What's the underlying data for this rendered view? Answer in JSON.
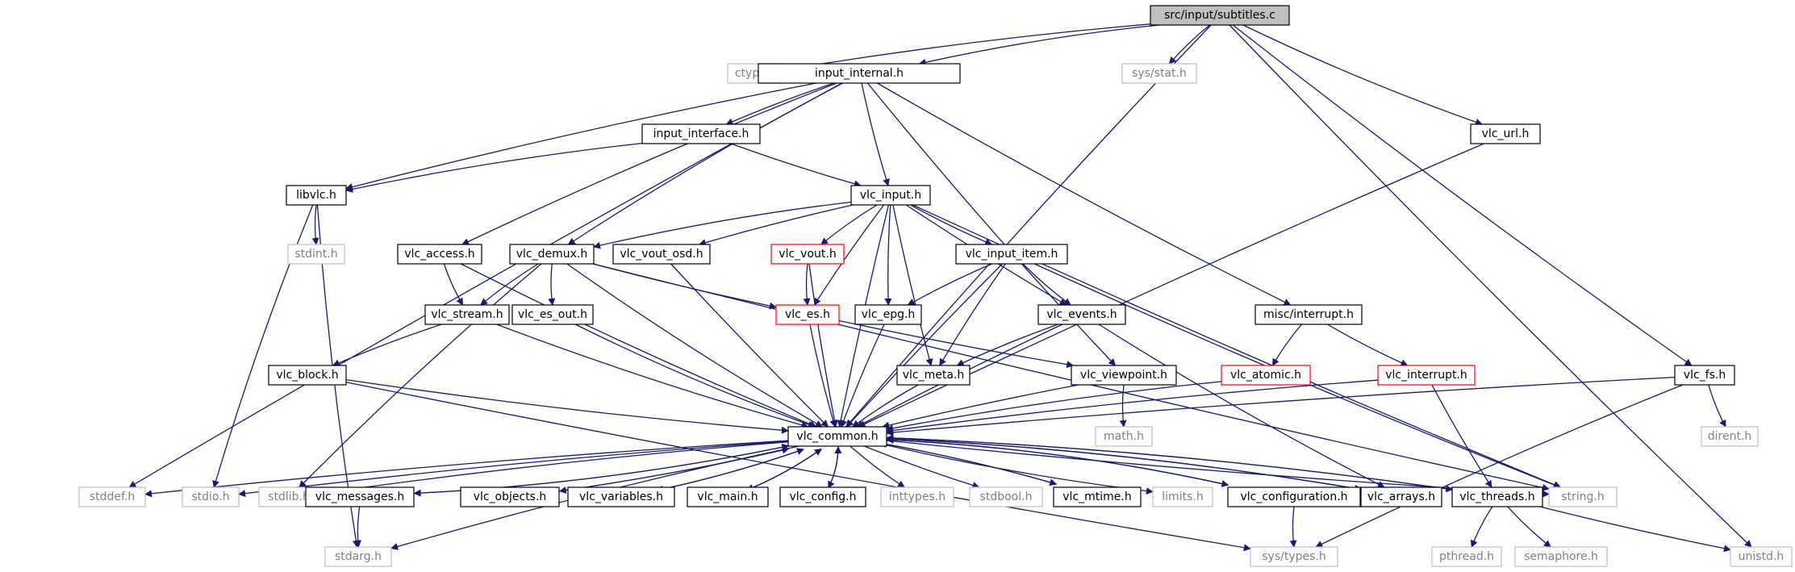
{
  "colors": {
    "edge": "#191970",
    "node_border_normal": "#000000",
    "node_border_truncated": "#ff0000",
    "node_border_system": "#bfbfbf",
    "node_fill_root": "#bfbfbf",
    "node_fill": "#ffffff",
    "text_normal": "#000000",
    "text_system": "#808080"
  },
  "nodes": [
    {
      "id": "subtitles_c",
      "label": "src/input/subtitles.c",
      "kind": "root"
    },
    {
      "id": "ctype_h",
      "label": "ctype.h",
      "kind": "system"
    },
    {
      "id": "input_internal_h",
      "label": "input_internal.h",
      "kind": "normal"
    },
    {
      "id": "sys_stat_h",
      "label": "sys/stat.h",
      "kind": "system"
    },
    {
      "id": "vlc_url_h",
      "label": "vlc_url.h",
      "kind": "normal"
    },
    {
      "id": "input_interface_h",
      "label": "input_interface.h",
      "kind": "normal"
    },
    {
      "id": "libvlc_h",
      "label": "libvlc.h",
      "kind": "normal"
    },
    {
      "id": "vlc_input_h",
      "label": "vlc_input.h",
      "kind": "normal"
    },
    {
      "id": "stdint_h",
      "label": "stdint.h",
      "kind": "system"
    },
    {
      "id": "vlc_access_h",
      "label": "vlc_access.h",
      "kind": "normal"
    },
    {
      "id": "vlc_demux_h",
      "label": "vlc_demux.h",
      "kind": "normal"
    },
    {
      "id": "vlc_vout_osd_h",
      "label": "vlc_vout_osd.h",
      "kind": "normal"
    },
    {
      "id": "vlc_vout_h",
      "label": "vlc_vout.h",
      "kind": "truncated"
    },
    {
      "id": "vlc_input_item_h",
      "label": "vlc_input_item.h",
      "kind": "normal"
    },
    {
      "id": "vlc_stream_h",
      "label": "vlc_stream.h",
      "kind": "normal"
    },
    {
      "id": "vlc_es_out_h",
      "label": "vlc_es_out.h",
      "kind": "normal"
    },
    {
      "id": "vlc_es_h",
      "label": "vlc_es.h",
      "kind": "truncated"
    },
    {
      "id": "vlc_epg_h",
      "label": "vlc_epg.h",
      "kind": "normal"
    },
    {
      "id": "vlc_events_h",
      "label": "vlc_events.h",
      "kind": "normal"
    },
    {
      "id": "misc_interrupt_h",
      "label": "misc/interrupt.h",
      "kind": "normal"
    },
    {
      "id": "vlc_block_h",
      "label": "vlc_block.h",
      "kind": "normal"
    },
    {
      "id": "vlc_meta_h",
      "label": "vlc_meta.h",
      "kind": "normal"
    },
    {
      "id": "vlc_viewpoint_h",
      "label": "vlc_viewpoint.h",
      "kind": "normal"
    },
    {
      "id": "vlc_atomic_h",
      "label": "vlc_atomic.h",
      "kind": "truncated"
    },
    {
      "id": "vlc_interrupt_h",
      "label": "vlc_interrupt.h",
      "kind": "truncated"
    },
    {
      "id": "vlc_fs_h",
      "label": "vlc_fs.h",
      "kind": "normal"
    },
    {
      "id": "vlc_common_h",
      "label": "vlc_common.h",
      "kind": "normal"
    },
    {
      "id": "math_h",
      "label": "math.h",
      "kind": "system"
    },
    {
      "id": "dirent_h",
      "label": "dirent.h",
      "kind": "system"
    },
    {
      "id": "stddef_h",
      "label": "stddef.h",
      "kind": "system"
    },
    {
      "id": "stdio_h",
      "label": "stdio.h",
      "kind": "system"
    },
    {
      "id": "stdlib_h",
      "label": "stdlib.h",
      "kind": "system"
    },
    {
      "id": "vlc_messages_h",
      "label": "vlc_messages.h",
      "kind": "normal"
    },
    {
      "id": "vlc_objects_h",
      "label": "vlc_objects.h",
      "kind": "normal"
    },
    {
      "id": "vlc_variables_h",
      "label": "vlc_variables.h",
      "kind": "normal"
    },
    {
      "id": "vlc_main_h",
      "label": "vlc_main.h",
      "kind": "normal"
    },
    {
      "id": "vlc_config_h",
      "label": "vlc_config.h",
      "kind": "normal"
    },
    {
      "id": "inttypes_h",
      "label": "inttypes.h",
      "kind": "system"
    },
    {
      "id": "stdbool_h",
      "label": "stdbool.h",
      "kind": "system"
    },
    {
      "id": "vlc_mtime_h",
      "label": "vlc_mtime.h",
      "kind": "normal"
    },
    {
      "id": "limits_h",
      "label": "limits.h",
      "kind": "system"
    },
    {
      "id": "vlc_configuration_h",
      "label": "vlc_configuration.h",
      "kind": "normal"
    },
    {
      "id": "vlc_arrays_h",
      "label": "vlc_arrays.h",
      "kind": "normal"
    },
    {
      "id": "vlc_threads_h",
      "label": "vlc_threads.h",
      "kind": "normal"
    },
    {
      "id": "string_h",
      "label": "string.h",
      "kind": "system"
    },
    {
      "id": "unistd_h",
      "label": "unistd.h",
      "kind": "system"
    },
    {
      "id": "stdarg_h",
      "label": "stdarg.h",
      "kind": "system"
    },
    {
      "id": "sys_types_h",
      "label": "sys/types.h",
      "kind": "system"
    },
    {
      "id": "pthread_h",
      "label": "pthread.h",
      "kind": "system"
    },
    {
      "id": "semaphore_h",
      "label": "semaphore.h",
      "kind": "system"
    }
  ],
  "edges": [
    [
      "subtitles_c",
      "ctype_h"
    ],
    [
      "subtitles_c",
      "input_internal_h"
    ],
    [
      "subtitles_c",
      "sys_stat_h"
    ],
    [
      "subtitles_c",
      "vlc_common_h"
    ],
    [
      "subtitles_c",
      "vlc_url_h"
    ],
    [
      "subtitles_c",
      "vlc_fs_h"
    ],
    [
      "subtitles_c",
      "unistd_h"
    ],
    [
      "input_internal_h",
      "stddef_h"
    ],
    [
      "input_internal_h",
      "libvlc_h"
    ],
    [
      "input_internal_h",
      "input_interface_h"
    ],
    [
      "input_internal_h",
      "vlc_input_h"
    ],
    [
      "input_internal_h",
      "vlc_access_h"
    ],
    [
      "input_internal_h",
      "vlc_demux_h"
    ],
    [
      "input_internal_h",
      "vlc_viewpoint_h"
    ],
    [
      "input_internal_h",
      "misc_interrupt_h"
    ],
    [
      "input_interface_h",
      "libvlc_h"
    ],
    [
      "input_interface_h",
      "vlc_input_h"
    ],
    [
      "libvlc_h",
      "stdint_h"
    ],
    [
      "libvlc_h",
      "stdio_h"
    ],
    [
      "libvlc_h",
      "stdarg_h"
    ],
    [
      "vlc_input_h",
      "vlc_demux_h"
    ],
    [
      "vlc_input_h",
      "vlc_vout_osd_h"
    ],
    [
      "vlc_input_h",
      "vlc_vout_h"
    ],
    [
      "vlc_input_h",
      "vlc_input_item_h"
    ],
    [
      "vlc_input_h",
      "vlc_es_h"
    ],
    [
      "vlc_input_h",
      "vlc_epg_h"
    ],
    [
      "vlc_input_h",
      "vlc_events_h"
    ],
    [
      "vlc_input_h",
      "vlc_meta_h"
    ],
    [
      "vlc_input_h",
      "vlc_common_h"
    ],
    [
      "vlc_input_h",
      "string_h"
    ],
    [
      "vlc_access_h",
      "vlc_stream_h"
    ],
    [
      "vlc_access_h",
      "vlc_common_h"
    ],
    [
      "vlc_demux_h",
      "vlc_stream_h"
    ],
    [
      "vlc_demux_h",
      "vlc_es_out_h"
    ],
    [
      "vlc_demux_h",
      "vlc_es_h"
    ],
    [
      "vlc_demux_h",
      "stdlib_h"
    ],
    [
      "vlc_demux_h",
      "vlc_common_h"
    ],
    [
      "vlc_demux_h",
      "string_h"
    ],
    [
      "vlc_vout_osd_h",
      "vlc_common_h"
    ],
    [
      "vlc_vout_h",
      "vlc_es_h"
    ],
    [
      "vlc_vout_h",
      "vlc_common_h"
    ],
    [
      "vlc_input_item_h",
      "vlc_epg_h"
    ],
    [
      "vlc_input_item_h",
      "vlc_events_h"
    ],
    [
      "vlc_input_item_h",
      "vlc_meta_h"
    ],
    [
      "vlc_input_item_h",
      "vlc_common_h"
    ],
    [
      "vlc_input_item_h",
      "string_h"
    ],
    [
      "vlc_stream_h",
      "vlc_block_h"
    ],
    [
      "vlc_stream_h",
      "vlc_common_h"
    ],
    [
      "vlc_es_out_h",
      "vlc_common_h"
    ],
    [
      "vlc_es_h",
      "vlc_viewpoint_h"
    ],
    [
      "vlc_es_h",
      "vlc_common_h"
    ],
    [
      "vlc_epg_h",
      "vlc_common_h"
    ],
    [
      "vlc_events_h",
      "vlc_meta_h"
    ],
    [
      "vlc_events_h",
      "vlc_common_h"
    ],
    [
      "vlc_events_h",
      "vlc_arrays_h"
    ],
    [
      "misc_interrupt_h",
      "vlc_atomic_h"
    ],
    [
      "misc_interrupt_h",
      "vlc_interrupt_h"
    ],
    [
      "vlc_block_h",
      "vlc_common_h"
    ],
    [
      "vlc_block_h",
      "sys_types_h"
    ],
    [
      "vlc_meta_h",
      "vlc_common_h"
    ],
    [
      "vlc_viewpoint_h",
      "math_h"
    ],
    [
      "vlc_viewpoint_h",
      "vlc_common_h"
    ],
    [
      "vlc_atomic_h",
      "vlc_common_h"
    ],
    [
      "vlc_interrupt_h",
      "vlc_common_h"
    ],
    [
      "vlc_interrupt_h",
      "vlc_threads_h"
    ],
    [
      "vlc_url_h",
      "vlc_common_h"
    ],
    [
      "vlc_fs_h",
      "vlc_common_h"
    ],
    [
      "vlc_fs_h",
      "dirent_h"
    ],
    [
      "vlc_fs_h",
      "sys_types_h"
    ],
    [
      "vlc_common_h",
      "stddef_h"
    ],
    [
      "vlc_common_h",
      "stdio_h"
    ],
    [
      "vlc_common_h",
      "stdlib_h"
    ],
    [
      "vlc_common_h",
      "vlc_messages_h"
    ],
    [
      "vlc_common_h",
      "vlc_objects_h"
    ],
    [
      "vlc_common_h",
      "vlc_variables_h"
    ],
    [
      "vlc_common_h",
      "vlc_main_h"
    ],
    [
      "vlc_common_h",
      "vlc_config_h"
    ],
    [
      "vlc_common_h",
      "inttypes_h"
    ],
    [
      "vlc_common_h",
      "stdbool_h"
    ],
    [
      "vlc_common_h",
      "vlc_mtime_h"
    ],
    [
      "vlc_common_h",
      "limits_h"
    ],
    [
      "vlc_common_h",
      "vlc_configuration_h"
    ],
    [
      "vlc_common_h",
      "vlc_arrays_h"
    ],
    [
      "vlc_common_h",
      "vlc_threads_h"
    ],
    [
      "vlc_common_h",
      "string_h"
    ],
    [
      "vlc_common_h",
      "stdarg_h"
    ],
    [
      "vlc_messages_h",
      "vlc_common_h"
    ],
    [
      "vlc_messages_h",
      "stdarg_h"
    ],
    [
      "vlc_objects_h",
      "vlc_common_h"
    ],
    [
      "vlc_variables_h",
      "vlc_common_h"
    ],
    [
      "vlc_main_h",
      "vlc_common_h"
    ],
    [
      "vlc_config_h",
      "vlc_common_h"
    ],
    [
      "vlc_mtime_h",
      "vlc_common_h"
    ],
    [
      "vlc_configuration_h",
      "vlc_common_h"
    ],
    [
      "vlc_configuration_h",
      "sys_types_h"
    ],
    [
      "vlc_arrays_h",
      "vlc_common_h"
    ],
    [
      "vlc_threads_h",
      "vlc_common_h"
    ],
    [
      "vlc_threads_h",
      "pthread_h"
    ],
    [
      "vlc_threads_h",
      "semaphore_h"
    ],
    [
      "vlc_threads_h",
      "unistd_h"
    ]
  ]
}
